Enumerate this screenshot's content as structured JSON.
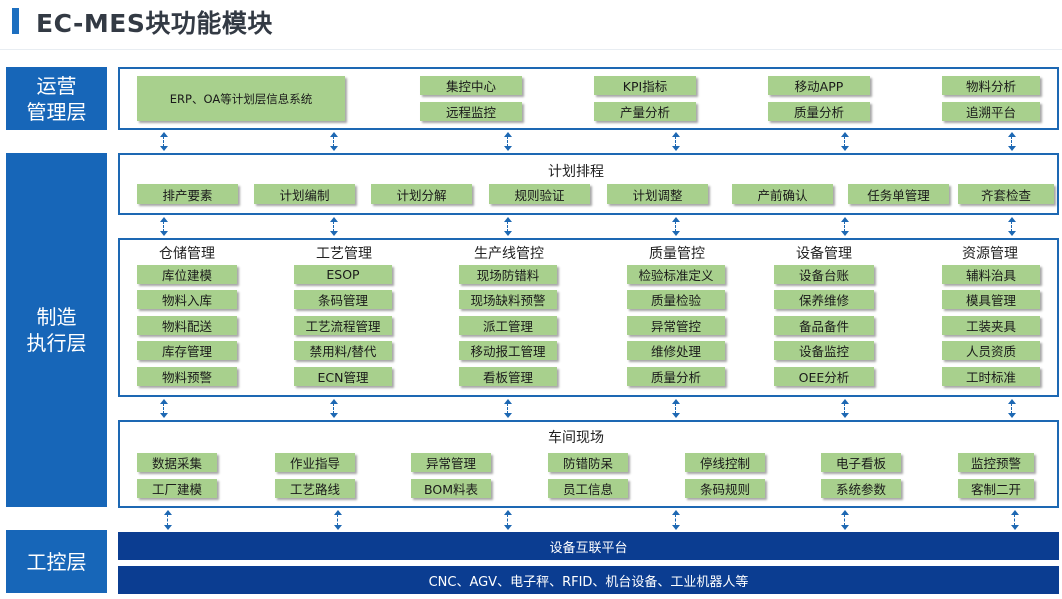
{
  "title": "EC-MES块功能模块",
  "layers": {
    "ops": [
      "运营",
      "管理层"
    ],
    "mfg": [
      "制造",
      "执行层"
    ],
    "ctrl": [
      "工控层"
    ]
  },
  "ops": {
    "erp": "ERP、OA等计划层信息系统",
    "pairs": [
      [
        "集控中心",
        "远程监控"
      ],
      [
        "KPI指标",
        "产量分析"
      ],
      [
        "移动APP",
        "质量分析"
      ],
      [
        "物料分析",
        "追溯平台"
      ]
    ]
  },
  "plan": {
    "title": "计划排程",
    "items": [
      "排产要素",
      "计划编制",
      "计划分解",
      "规则验证",
      "计划调整",
      "产前确认",
      "任务单管理",
      "齐套检查"
    ]
  },
  "modules": [
    {
      "title": "仓储管理",
      "items": [
        "库位建模",
        "物料入库",
        "物料配送",
        "库存管理",
        "物料预警"
      ]
    },
    {
      "title": "工艺管理",
      "items": [
        "ESOP",
        "条码管理",
        "工艺流程管理",
        "禁用料/替代",
        "ECN管理"
      ]
    },
    {
      "title": "生产线管控",
      "items": [
        "现场防错料",
        "现场缺料预警",
        "派工管理",
        "移动报工管理",
        "看板管理"
      ]
    },
    {
      "title": "质量管控",
      "items": [
        "检验标准定义",
        "质量检验",
        "异常管控",
        "维修处理",
        "质量分析"
      ]
    },
    {
      "title": "设备管理",
      "items": [
        "设备台账",
        "保养维修",
        "备品备件",
        "设备监控",
        "OEE分析"
      ]
    },
    {
      "title": "资源管理",
      "items": [
        "辅料治具",
        "模具管理",
        "工装夹具",
        "人员资质",
        "工时标准"
      ]
    }
  ],
  "shop": {
    "title": "车间现场",
    "row1": [
      "数据采集",
      "作业指导",
      "异常管理",
      "防错防呆",
      "停线控制",
      "电子看板",
      "监控预警"
    ],
    "row2": [
      "工厂建模",
      "工艺路线",
      "BOM料表",
      "员工信息",
      "条码规则",
      "系统参数",
      "客制二开"
    ]
  },
  "ctrl": {
    "bar1": "设备互联平台",
    "bar2": "CNC、AGV、电子秤、RFID、机台设备、工业机器人等"
  }
}
